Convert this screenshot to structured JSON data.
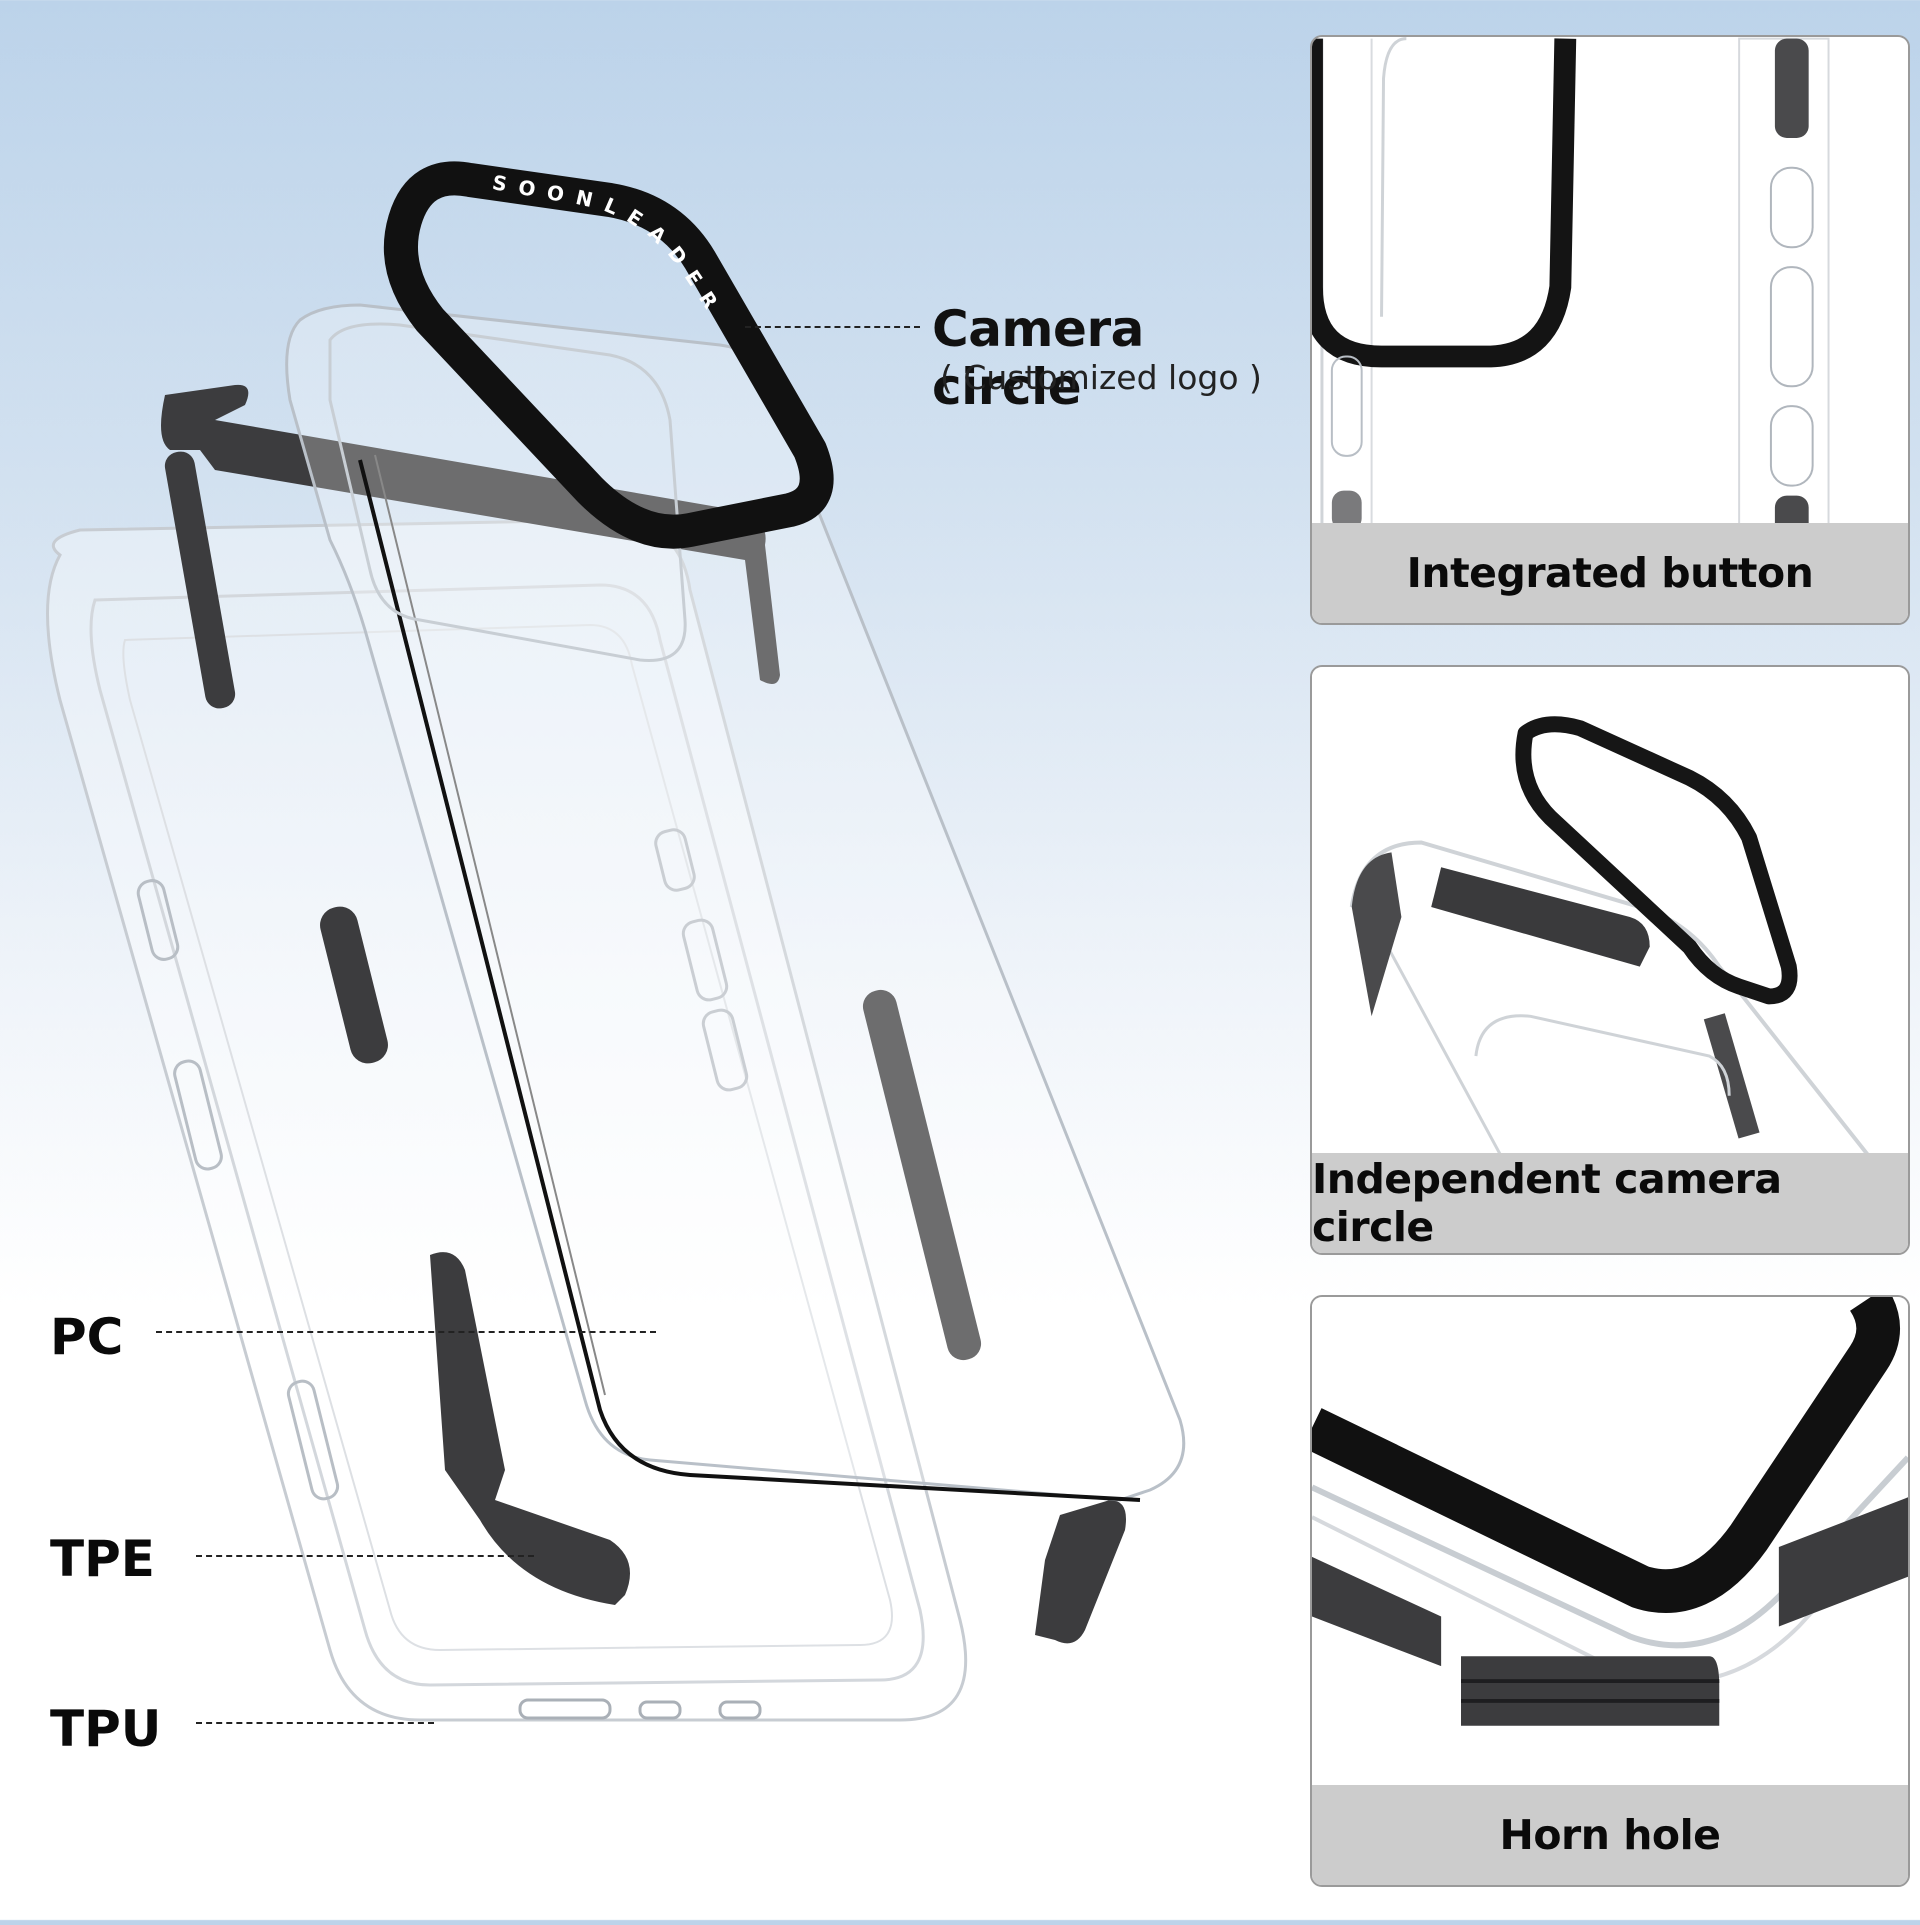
{
  "brand_logo_text": "SOONLEADER",
  "callout_camera": {
    "title": "Camera circle",
    "subtitle": "( Customized logo )"
  },
  "layer_labels": [
    {
      "id": "pc",
      "label": "PC"
    },
    {
      "id": "tpe",
      "label": "TPE"
    },
    {
      "id": "tpu",
      "label": "TPU"
    }
  ],
  "panels": [
    {
      "id": "integrated-button",
      "caption": "Integrated button"
    },
    {
      "id": "independent-camera-circle",
      "caption": "Independent camera circle"
    },
    {
      "id": "horn-hole",
      "caption": "Horn hole"
    }
  ],
  "colors": {
    "background_top": "#bcd3ea",
    "background_bottom": "#ffffff",
    "caption_bar": "#cccccc",
    "panel_border": "#9a9a9a",
    "tpe_gray": "#3c3c3e",
    "camera_ring": "#111111",
    "label_text": "#0a0a0a"
  }
}
